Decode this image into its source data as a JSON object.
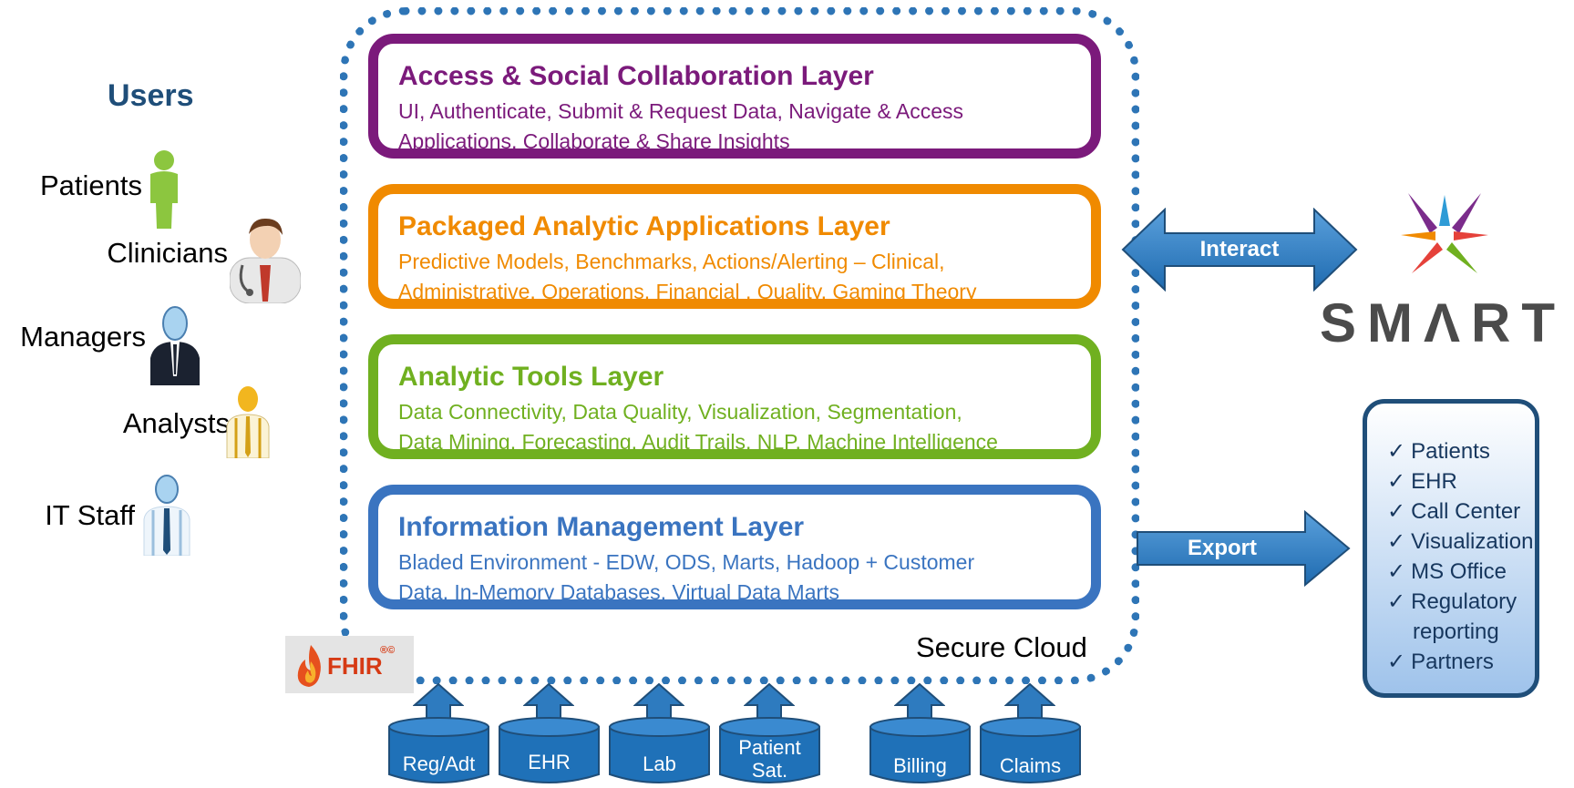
{
  "users": {
    "title": "Users",
    "items": [
      "Patients",
      "Clinicians",
      "Managers",
      "Analysts",
      "IT Staff"
    ]
  },
  "cloud": {
    "label": "Secure Cloud",
    "layers": [
      {
        "title": "Access & Social Collaboration Layer",
        "desc1": "UI, Authenticate, Submit & Request Data, Navigate & Access",
        "desc2": "Applications, Collaborate & Share Insights",
        "color": "#7b1a7b"
      },
      {
        "title": "Packaged Analytic Applications Layer",
        "desc1": "Predictive Models, Benchmarks, Actions/Alerting – Clinical,",
        "desc2": "Administrative, Operations, Financial , Quality, Gaming Theory",
        "color": "#f08a00"
      },
      {
        "title": "Analytic Tools Layer",
        "desc1": "Data Connectivity, Data Quality, Visualization, Segmentation,",
        "desc2": "Data Mining, Forecasting, Audit Trails, NLP, Machine Intelligence",
        "color": "#70b020"
      },
      {
        "title": "Information Management Layer",
        "desc1": "Bladed Environment - EDW, ODS, Marts, Hadoop + Customer",
        "desc2": "Data, In-Memory Databases, Virtual Data Marts",
        "color": "#3a74c0"
      }
    ]
  },
  "fhir": {
    "label": "FHIR",
    "mark": "®©"
  },
  "sources": [
    {
      "line1": "Reg/Adt",
      "line2": ""
    },
    {
      "line1": "EHR",
      "line2": ""
    },
    {
      "line1": "Lab",
      "line2": ""
    },
    {
      "line1": "Patient",
      "line2": "Sat."
    },
    {
      "line1": "Billing",
      "line2": ""
    },
    {
      "line1": "Claims",
      "line2": ""
    }
  ],
  "interact": {
    "label": "Interact"
  },
  "export": {
    "label": "Export",
    "items": [
      "Patients",
      "EHR",
      "Call Center",
      "Visualization",
      "MS Office",
      "Regulatory reporting",
      "Partners"
    ]
  },
  "smart": {
    "label": "SMΛRT"
  },
  "colors": {
    "arrow": "#2e7bbf",
    "arrow_dark": "#1f4e79",
    "cloud_border": "#2e75b6",
    "db_fill": "#1f71b8"
  }
}
